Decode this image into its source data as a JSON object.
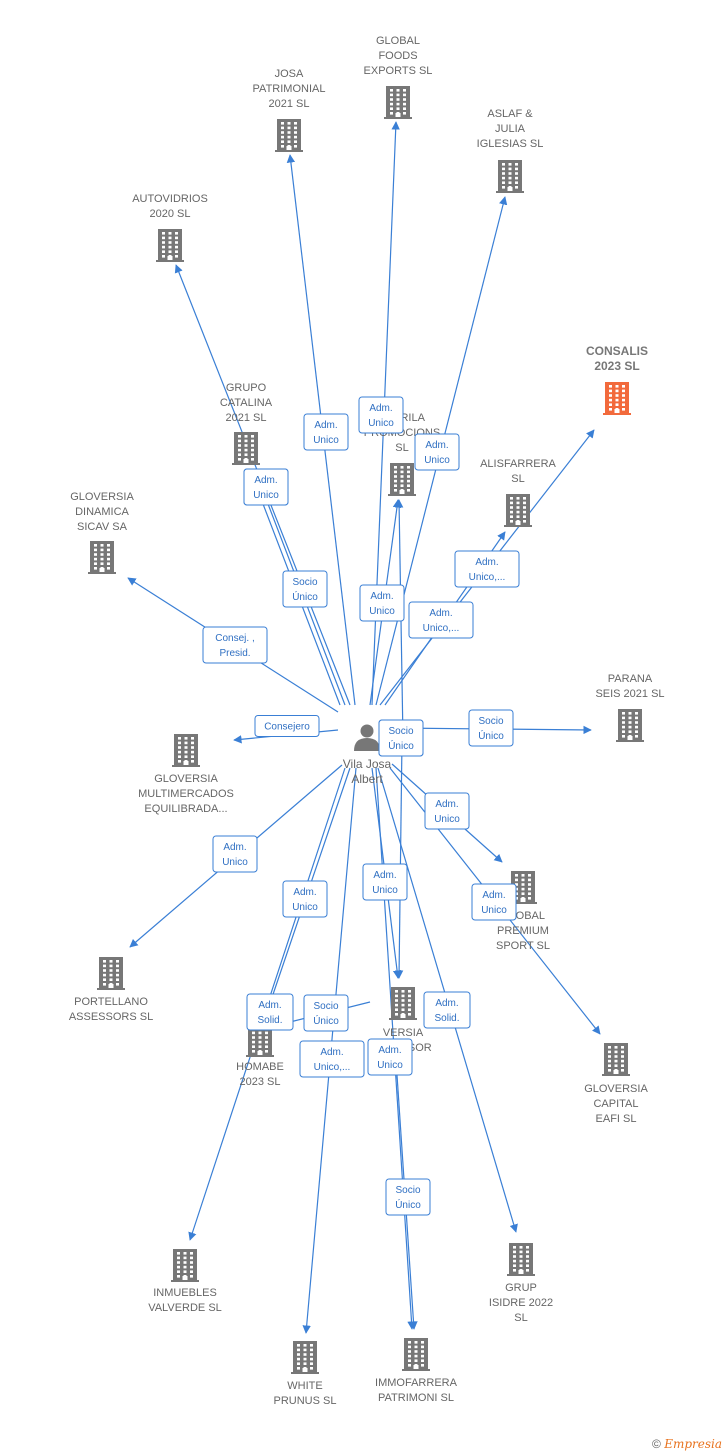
{
  "person": {
    "id": "center",
    "label": [
      "Vila Josa",
      "Albert"
    ]
  },
  "accent_color": "#3a7fd5",
  "highlight_color": "#f26a3c",
  "node_color": "#777777",
  "companies": [
    {
      "id": "global-foods",
      "label": [
        "GLOBAL",
        "FOODS",
        "EXPORTS SL"
      ]
    },
    {
      "id": "josa-patrimonial",
      "label": [
        "JOSA",
        "PATRIMONIAL",
        "2021 SL"
      ]
    },
    {
      "id": "aslaf",
      "label": [
        "ASLAF &",
        "JULIA",
        "IGLESIAS SL"
      ]
    },
    {
      "id": "autovidrios",
      "label": [
        "AUTOVIDRIOS",
        "2020 SL"
      ]
    },
    {
      "id": "consalis",
      "label": [
        "CONSALIS",
        "2023 SL"
      ],
      "highlight": true
    },
    {
      "id": "grupo-catalina",
      "label": [
        "GRUPO",
        "CATALINA",
        "2021 SL"
      ]
    },
    {
      "id": "farrila",
      "label": [
        "FARRILA",
        "PROMOCIONS",
        "SL"
      ]
    },
    {
      "id": "alisfarrera",
      "label": [
        "ALISFARRERA",
        "SL"
      ]
    },
    {
      "id": "gloversia-dinamica",
      "label": [
        "GLOVERSIA",
        "DINAMICA",
        "SICAV SA"
      ]
    },
    {
      "id": "parana",
      "label": [
        "PARANA",
        "SEIS 2021 SL"
      ]
    },
    {
      "id": "gloversia-multi",
      "label": [
        "GLOVERSIA",
        "MULTIMERCADOS",
        "EQUILIBRADA..."
      ]
    },
    {
      "id": "global-premium",
      "label": [
        "GLOBAL",
        "PREMIUM",
        "SPORT SL"
      ]
    },
    {
      "id": "portellano",
      "label": [
        "PORTELLANO",
        "ASSESSORS SL"
      ]
    },
    {
      "id": "versia",
      "label": [
        "VERSIA",
        "INVERSOR",
        "SL"
      ]
    },
    {
      "id": "homabe",
      "label": [
        "HOMABE",
        "2023 SL"
      ]
    },
    {
      "id": "gloversia-capital",
      "label": [
        "GLOVERSIA",
        "CAPITAL",
        "EAFI SL"
      ]
    },
    {
      "id": "inmuebles-valverde",
      "label": [
        "INMUEBLES",
        "VALVERDE SL"
      ]
    },
    {
      "id": "grup-isidre",
      "label": [
        "GRUP",
        "ISIDRE 2022",
        "SL"
      ]
    },
    {
      "id": "white-prunus",
      "label": [
        "WHITE",
        "PRUNUS SL"
      ]
    },
    {
      "id": "immofarrera",
      "label": [
        "IMMOFARRERA",
        "PATRIMONI SL"
      ]
    }
  ],
  "relations": [
    {
      "to": "global-foods",
      "label": [
        "Adm.",
        "Unico"
      ]
    },
    {
      "to": "josa-patrimonial",
      "label": [
        "Adm.",
        "Unico"
      ]
    },
    {
      "to": "aslaf",
      "label": [
        "Adm.",
        "Unico"
      ]
    },
    {
      "to": "autovidrios",
      "label": [
        "Adm.",
        "Unico"
      ]
    },
    {
      "to": "consalis",
      "label": [
        "Adm.",
        "Unico,..."
      ]
    },
    {
      "to": "grupo-catalina",
      "label": [
        "Socio",
        "Único"
      ]
    },
    {
      "to": "farrila",
      "label": [
        "Adm.",
        "Unico"
      ]
    },
    {
      "to": "alisfarrera",
      "label": [
        "Adm.",
        "Unico,..."
      ]
    },
    {
      "to": "gloversia-dinamica",
      "label": [
        "Consej. ,",
        "Presid."
      ]
    },
    {
      "to": "parana",
      "label": [
        "Socio",
        "Único"
      ]
    },
    {
      "to": "gloversia-multi",
      "label": [
        "Consejero"
      ]
    },
    {
      "to": "global-premium",
      "label": [
        "Adm.",
        "Unico"
      ]
    },
    {
      "to": "portellano",
      "label": [
        "Adm.",
        "Unico"
      ]
    },
    {
      "to": "versia",
      "label": [
        "Adm.",
        "Unico"
      ]
    },
    {
      "to": "homabe",
      "label": [
        "Adm.",
        "Unico"
      ]
    },
    {
      "to": "gloversia-capital",
      "label": [
        "Adm.",
        "Unico"
      ]
    },
    {
      "to": "inmuebles-valverde",
      "label": [
        "Adm.",
        "Solid."
      ]
    },
    {
      "to": "grup-isidre",
      "label": [
        "Adm.",
        "Solid."
      ]
    },
    {
      "to": "white-prunus",
      "label": [
        "Adm.",
        "Unico,..."
      ]
    },
    {
      "to": "immofarrera",
      "label": [
        "Adm.",
        "Unico"
      ]
    },
    {
      "to": "homabe",
      "label": [
        "Socio",
        "Único"
      ]
    },
    {
      "to": "immofarrera",
      "label": [
        "Socio",
        "Único"
      ]
    },
    {
      "to": "farrila",
      "label": [
        "Socio",
        "Único"
      ]
    },
    {
      "to": "versia",
      "label": [
        "Socio",
        "Único"
      ]
    },
    {
      "to": "grupo-catalina",
      "label": [
        "Adm.",
        "Unico"
      ]
    }
  ],
  "footer": {
    "copyright": "©",
    "brand": "Empresia"
  }
}
